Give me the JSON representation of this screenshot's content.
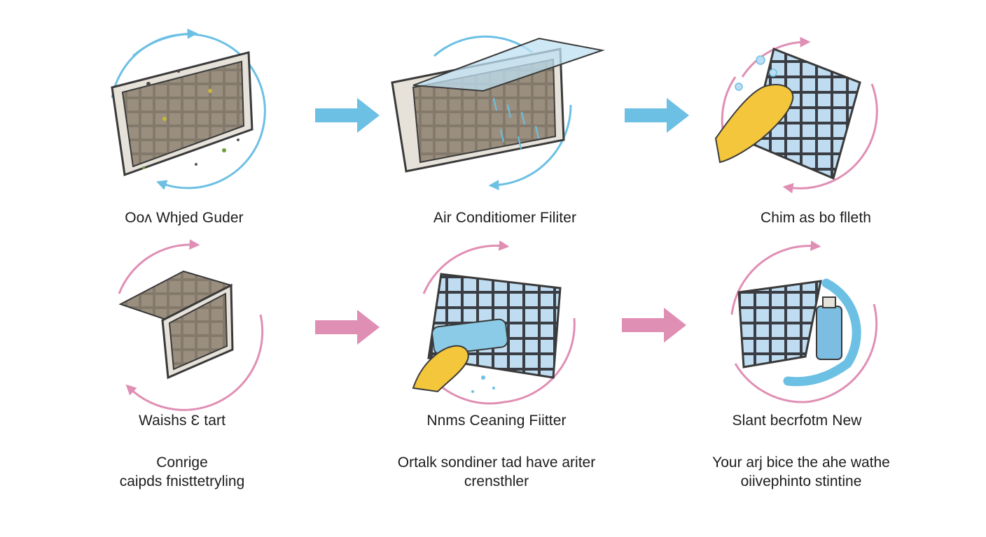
{
  "colors": {
    "blue": "#6cc0e4",
    "pink": "#e08fb4",
    "filter_frame": "#e6e2da",
    "dirty_mesh": "#847a6c",
    "clean_mesh": "#bfdcf1",
    "glove": "#f4c63c",
    "outline": "#3a3a3a"
  },
  "steps": [
    {
      "label": "Ooʌ Whjed Guder",
      "icon": "dirty-filter-icon",
      "ring": "blue"
    },
    {
      "label": "Air Conditiomer Filiter",
      "icon": "filter-cover-icon",
      "ring": "blue"
    },
    {
      "label": "Chim as bo flleth",
      "icon": "gloved-hand-wash-icon",
      "ring": "pink"
    },
    {
      "label": "Waishs Ɛ tart",
      "icon": "folded-filter-icon",
      "ring": "pink"
    },
    {
      "label": "Nnms Ceaning Fiitter",
      "icon": "brush-cleaning-icon",
      "ring": "pink"
    },
    {
      "label": "Slant becrfotm New",
      "icon": "clean-filter-bottle-icon",
      "ring": "pink"
    }
  ],
  "flow_arrows": [
    {
      "icon": "arrow-right-icon",
      "color": "blue"
    },
    {
      "icon": "arrow-right-icon",
      "color": "blue"
    },
    {
      "icon": "arrow-right-icon",
      "color": "pink"
    },
    {
      "icon": "arrow-right-icon",
      "color": "pink"
    }
  ],
  "descriptions": [
    {
      "line1": "Conrige",
      "line2": "caipds fnisttetryling"
    },
    {
      "line1": "Ortalk sondiner tad have ariter",
      "line2": "crensthler"
    },
    {
      "line1": "Your arj bice the ahe wathe",
      "line2": "oiivephinto stintine"
    }
  ]
}
